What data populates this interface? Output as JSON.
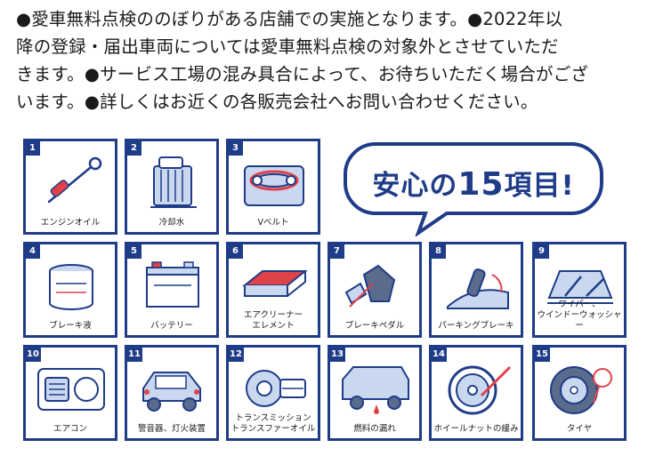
{
  "notes": [
    "●愛車無料点検ののぼりがある店舗での実施となります。●2022年以",
    "降の登録・届出車両については愛車無料点検の対象外とさせていただ",
    "きます。●サービス工場の混み具合によって、お待ちいただく場合がござ",
    "います。●詳しくはお近くの各販売会社へお問い合わせください。"
  ],
  "bubble": {
    "pre": "安心の",
    "num": "15",
    "post": "項目!"
  },
  "colors": {
    "accent": "#1f3c88",
    "light": "#c9d8ef",
    "red": "#e0424a"
  },
  "items": [
    {
      "num": "1",
      "label": "エンジンオイル",
      "icon": "oil-dipstick-icon"
    },
    {
      "num": "2",
      "label": "冷却水",
      "icon": "radiator-icon"
    },
    {
      "num": "3",
      "label": "Vベルト",
      "icon": "v-belt-icon"
    },
    {
      "num": "4",
      "label": "ブレーキ液",
      "icon": "brake-fluid-icon"
    },
    {
      "num": "5",
      "label": "バッテリー",
      "icon": "battery-icon"
    },
    {
      "num": "6",
      "label": "エアクリーナー\nエレメント",
      "icon": "air-filter-icon"
    },
    {
      "num": "7",
      "label": "ブレーキペダル",
      "icon": "brake-pedal-icon"
    },
    {
      "num": "8",
      "label": "パーキングブレーキ",
      "icon": "parking-brake-icon"
    },
    {
      "num": "9",
      "label": "ワイパー、\nウインドーウォッシャー",
      "icon": "wiper-icon"
    },
    {
      "num": "10",
      "label": "エアコン",
      "icon": "air-conditioner-icon"
    },
    {
      "num": "11",
      "label": "警音器、灯火装置",
      "icon": "car-lights-icon"
    },
    {
      "num": "12",
      "label": "トランスミッション\nトランスファーオイル",
      "icon": "transmission-icon"
    },
    {
      "num": "13",
      "label": "燃料の漏れ",
      "icon": "fuel-leak-icon"
    },
    {
      "num": "14",
      "label": "ホイールナットの緩み",
      "icon": "wheel-nut-icon"
    },
    {
      "num": "15",
      "label": "タイヤ",
      "icon": "tire-icon"
    }
  ]
}
